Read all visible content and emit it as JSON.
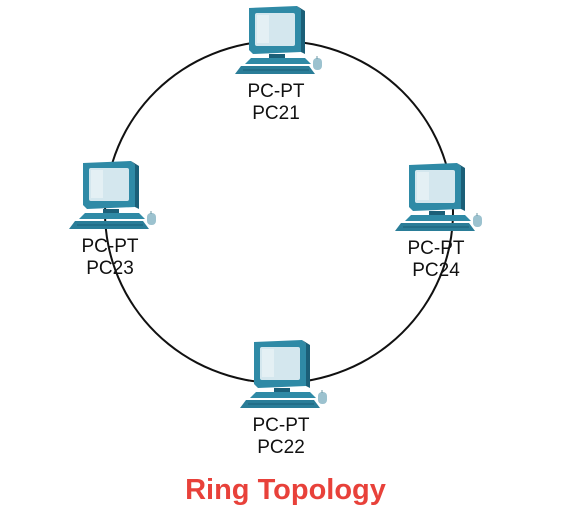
{
  "diagram": {
    "title": "Ring Topology",
    "title_color": "#e8413a",
    "line_color": "#111111",
    "device_icon": "pc-icon",
    "nodes": [
      {
        "model": "PC-PT",
        "name": "PC21"
      },
      {
        "model": "PC-PT",
        "name": "PC23"
      },
      {
        "model": "PC-PT",
        "name": "PC24"
      },
      {
        "model": "PC-PT",
        "name": "PC22"
      }
    ]
  },
  "icon_colors": {
    "case_front": "#2f8aa6",
    "case_side": "#1b5f78",
    "screen": "#d4e7ee",
    "screen_glare": "#eef6f9",
    "keyboard": "#2a7d98",
    "mouse": "#9cc2cf"
  }
}
